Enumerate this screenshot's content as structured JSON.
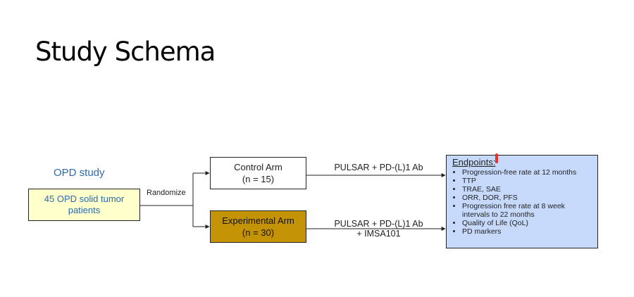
{
  "slide": {
    "title": "Study Schema"
  },
  "diagram": {
    "opd_label": "OPD study",
    "patients": {
      "line1": "45 OPD solid tumor",
      "line2": "patients"
    },
    "randomize_label": "Randomize",
    "control_arm": {
      "name": "Control Arm",
      "n": "(n = 15)",
      "treatment": "PULSAR  + PD-(L)1 Ab"
    },
    "experimental_arm": {
      "name": "Experimental Arm",
      "n": "(n = 30)",
      "treatment_line1": "PULSAR  + PD-(L)1 Ab",
      "treatment_line2": "+ IMSA101"
    },
    "endpoints": {
      "title": "Endpoints:",
      "items": [
        "Progression-free rate at 12 months",
        "TTP",
        "TRAE, SAE",
        "ORR, DOR, PFS",
        "Progression free rate at 8 week intervals to 22 months",
        "Quality of Life (QoL)",
        "PD markers"
      ]
    }
  },
  "colors": {
    "patients_fill": "#ffffcc",
    "experimental_fill": "#c49205",
    "endpoints_fill": "#c6d9fb",
    "label_blue": "#2a6cb4",
    "marker_red": "#e8312c"
  }
}
